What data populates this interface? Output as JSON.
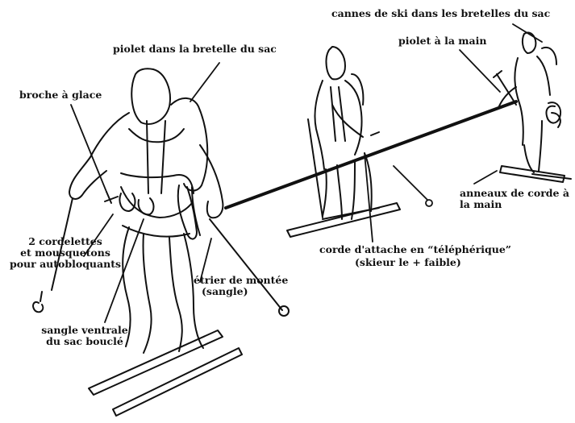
{
  "labels": {
    "cannes_ski": "cannes de ski dans les bretelles du sac",
    "piolet_main": "piolet à la main",
    "piolet_bretelle": "piolet dans la bretelle du sac",
    "broche_glace": "broche à glace",
    "anneaux_1": "anneaux de corde à",
    "anneaux_2": "la main",
    "cordelettes_1": "2 cordelettes",
    "cordelettes_2": "et mousquetons",
    "cordelettes_3": "pour autobloquants",
    "corde_attache_1": "corde d'attache en “téléphérique”",
    "corde_attache_2": "(skieur le + faible)",
    "etrier_1": "étrier de montée",
    "etrier_2": "(sangle)",
    "sangle_1": "sangle ventrale",
    "sangle_2": "du sac bouclé"
  },
  "colors": {
    "ink": "#111111",
    "paper": "#ffffff"
  }
}
